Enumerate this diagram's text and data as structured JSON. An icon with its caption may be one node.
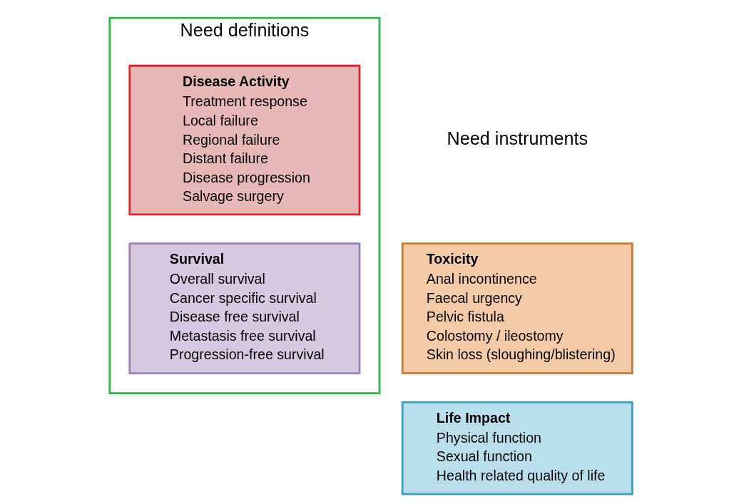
{
  "diagram": {
    "nodes": [
      {
        "text": [
          "Need definitions"
        ]
      },
      {
        "text": [
          "Disease Activity",
          "Treatment response",
          "Local failure",
          "Regional failure",
          "Distant failure",
          "Disease progression",
          "Salvage surgery"
        ],
        "in": 0
      },
      {
        "text": [
          "Survival",
          "Overall survival",
          "Cancer specific survival",
          "Disease free survival",
          "Metastasis free survival",
          "Progression-free survival"
        ],
        "in": 0
      },
      {
        "text": [
          "Toxicity",
          "Anal incontinence",
          "Faecal urgency",
          "Pelvic fistula",
          "Colostomy / ileostomy",
          "Skin loss (sloughing/blistering)"
        ]
      },
      {
        "text": [
          "Life Impact",
          "Physical function",
          "Sexual function",
          "Health related quality of life"
        ]
      }
    ],
    "edges": [],
    "labels": [
      "Need instruments"
    ]
  }
}
